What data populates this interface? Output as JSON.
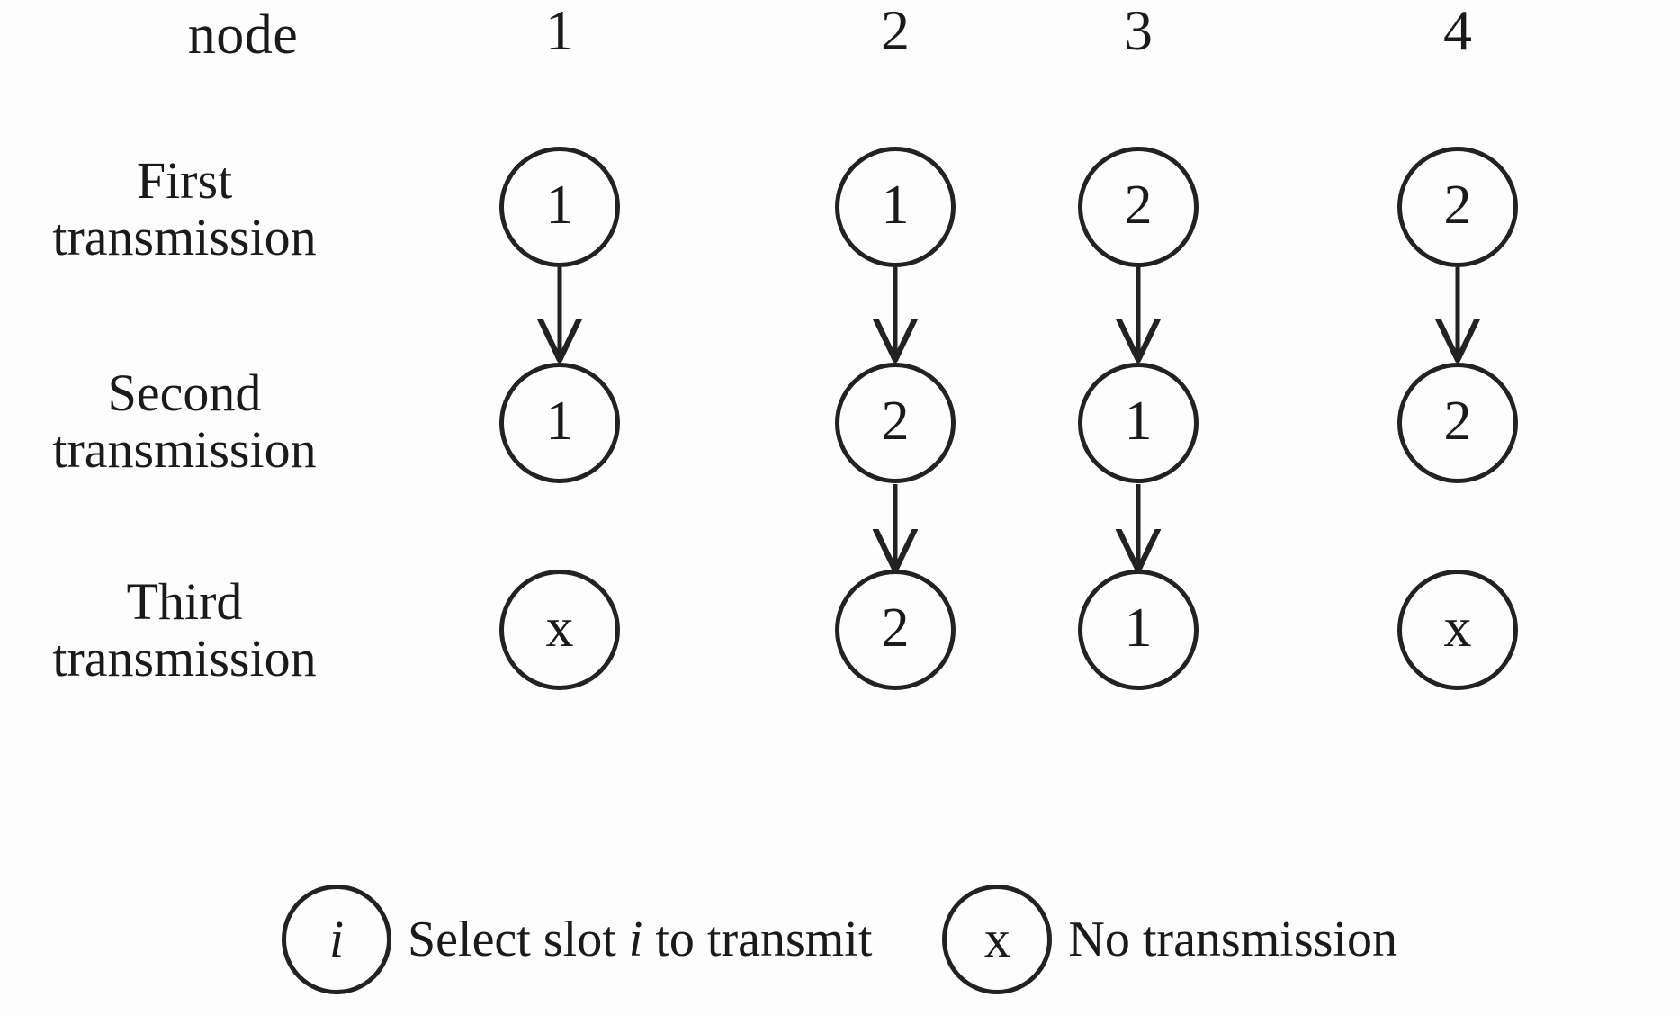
{
  "header": {
    "row_axis_label": "node",
    "columns": [
      "1",
      "2",
      "3",
      "4"
    ]
  },
  "rows": [
    {
      "label_line1": "First",
      "label_line2": "transmission"
    },
    {
      "label_line1": "Second",
      "label_line2": "transmission"
    },
    {
      "label_line1": "Third",
      "label_line2": "transmission"
    }
  ],
  "chart_data": {
    "type": "table",
    "title": "",
    "xlabel": "node",
    "ylabel": "",
    "categories": [
      "1",
      "2",
      "3",
      "4"
    ],
    "row_names": [
      "First transmission",
      "Second transmission",
      "Third transmission"
    ],
    "cells": [
      [
        "1",
        "1",
        "2",
        "2"
      ],
      [
        "1",
        "2",
        "1",
        "2"
      ],
      [
        "x",
        "2",
        "1",
        "x"
      ]
    ],
    "arrows": [
      {
        "from_row": 0,
        "to_row": 1,
        "column": 0
      },
      {
        "from_row": 0,
        "to_row": 1,
        "column": 1
      },
      {
        "from_row": 0,
        "to_row": 1,
        "column": 2
      },
      {
        "from_row": 0,
        "to_row": 1,
        "column": 3
      },
      {
        "from_row": 1,
        "to_row": 2,
        "column": 1
      },
      {
        "from_row": 1,
        "to_row": 2,
        "column": 2
      }
    ]
  },
  "nodes": {
    "r0c0": "1",
    "r0c1": "1",
    "r0c2": "2",
    "r0c3": "2",
    "r1c0": "1",
    "r1c1": "2",
    "r1c2": "1",
    "r1c3": "2",
    "r2c0": "x",
    "r2c1": "2",
    "r2c2": "1",
    "r2c3": "x"
  },
  "legend": {
    "slot_symbol": "i",
    "slot_text_before": "Select slot ",
    "slot_text_italic": "i",
    "slot_text_after": " to transmit",
    "slot_text_full": "Select slot i to transmit",
    "none_symbol": "x",
    "none_text": "No transmission"
  },
  "colors": {
    "stroke": "#222222",
    "text": "#1a1a1a",
    "background": "#fdfdfd"
  }
}
